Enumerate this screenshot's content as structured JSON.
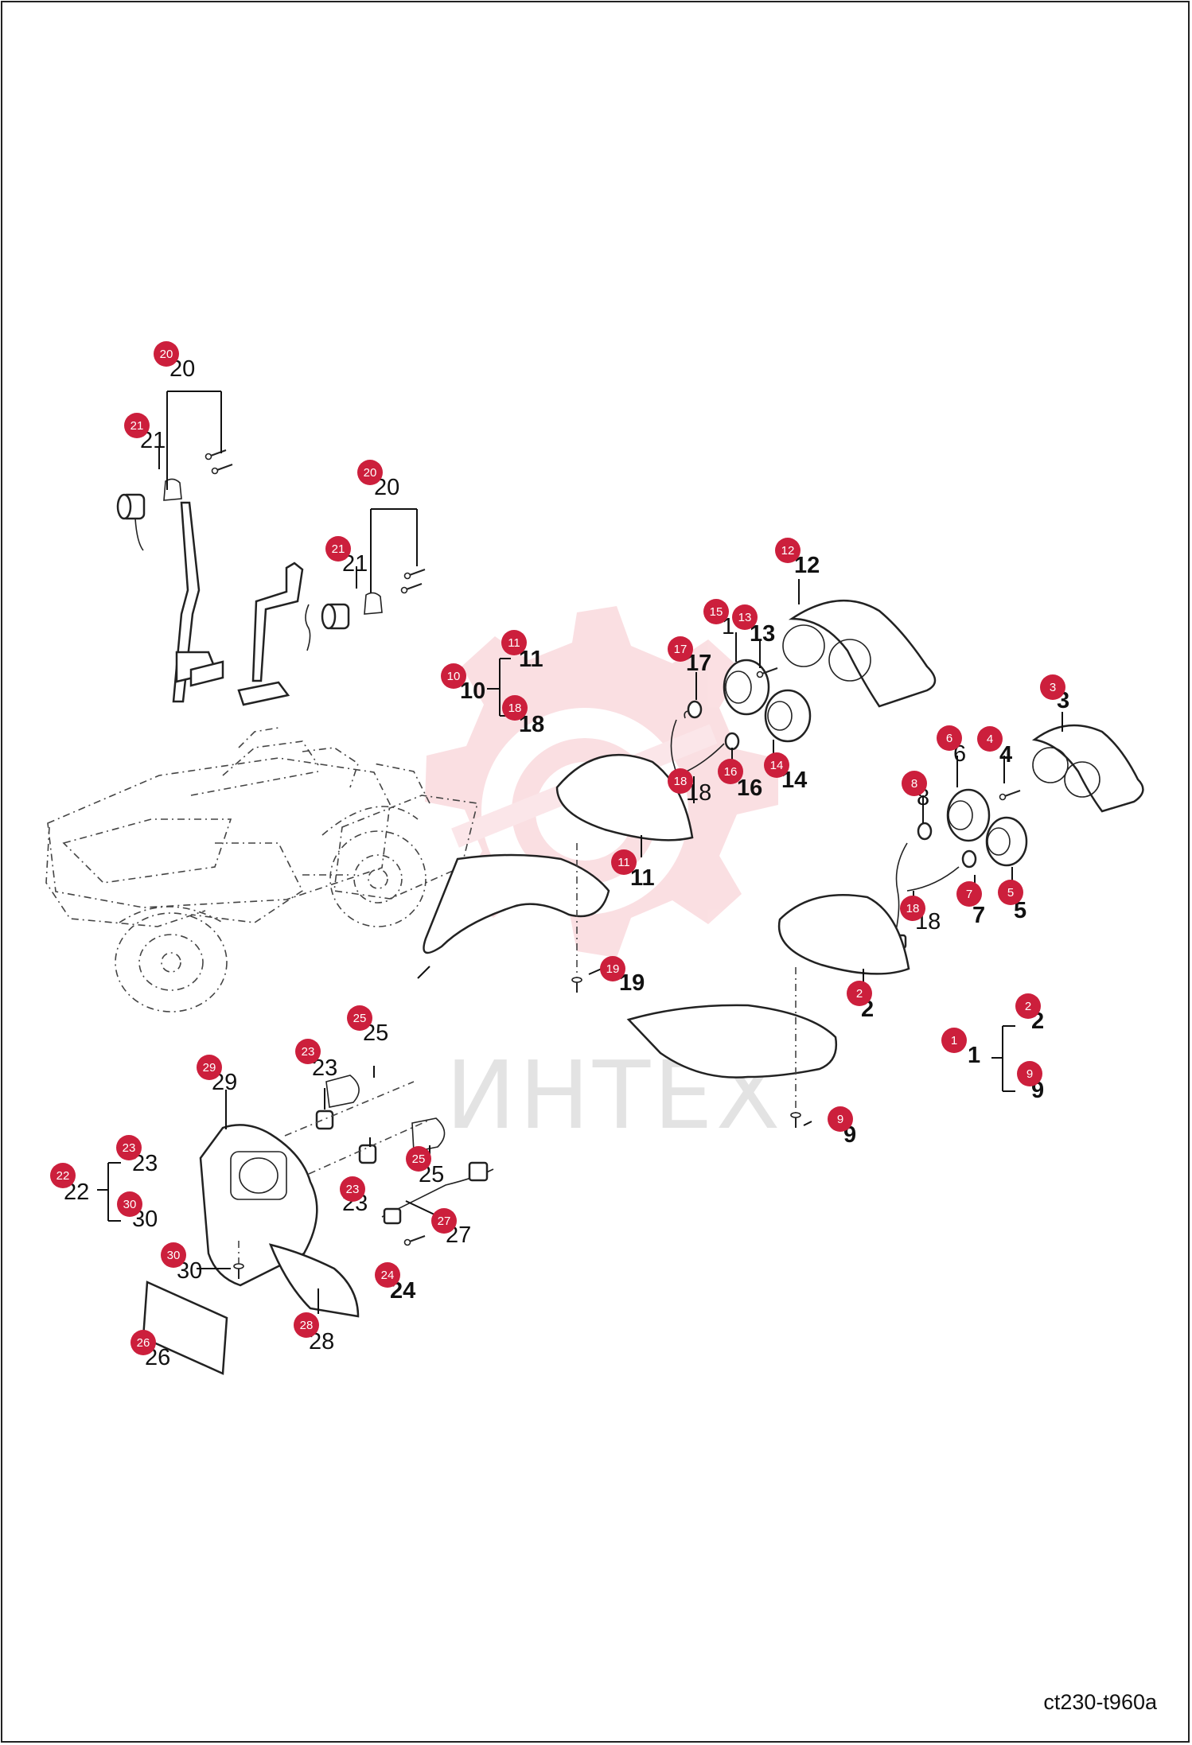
{
  "diagram": {
    "reference_code": "ct230-t960a",
    "watermark": "ИНТЕХ",
    "accent_color": "#cc1f3c",
    "callouts": [
      {
        "id": "c20a",
        "number": "20"
      },
      {
        "id": "c21a",
        "number": "21"
      },
      {
        "id": "c20b",
        "number": "20"
      },
      {
        "id": "c21b",
        "number": "21"
      },
      {
        "id": "c12",
        "number": "12"
      },
      {
        "id": "c15",
        "number": "15"
      },
      {
        "id": "c13",
        "number": "13"
      },
      {
        "id": "c17",
        "number": "17"
      },
      {
        "id": "c11a",
        "number": "11"
      },
      {
        "id": "c10",
        "number": "10"
      },
      {
        "id": "c18a",
        "number": "18"
      },
      {
        "id": "c18b",
        "number": "18"
      },
      {
        "id": "c16",
        "number": "16"
      },
      {
        "id": "c14",
        "number": "14"
      },
      {
        "id": "c11b",
        "number": "11"
      },
      {
        "id": "c19",
        "number": "19"
      },
      {
        "id": "c3",
        "number": "3"
      },
      {
        "id": "c6",
        "number": "6"
      },
      {
        "id": "c4",
        "number": "4"
      },
      {
        "id": "c8",
        "number": "8"
      },
      {
        "id": "c18c",
        "number": "18"
      },
      {
        "id": "c7",
        "number": "7"
      },
      {
        "id": "c5",
        "number": "5"
      },
      {
        "id": "c2a",
        "number": "2"
      },
      {
        "id": "c2b",
        "number": "2"
      },
      {
        "id": "c1",
        "number": "1"
      },
      {
        "id": "c9a",
        "number": "9"
      },
      {
        "id": "c9b",
        "number": "9"
      },
      {
        "id": "c25a",
        "number": "25"
      },
      {
        "id": "c23a",
        "number": "23"
      },
      {
        "id": "c29",
        "number": "29"
      },
      {
        "id": "c23b",
        "number": "23"
      },
      {
        "id": "c22",
        "number": "22"
      },
      {
        "id": "c30a",
        "number": "30"
      },
      {
        "id": "c23c",
        "number": "23"
      },
      {
        "id": "c25b",
        "number": "25"
      },
      {
        "id": "c27",
        "number": "27"
      },
      {
        "id": "c30b",
        "number": "30"
      },
      {
        "id": "c24",
        "number": "24"
      },
      {
        "id": "c28",
        "number": "28"
      },
      {
        "id": "c26",
        "number": "26"
      }
    ],
    "labels": [
      {
        "id": "l20a",
        "text": "20"
      },
      {
        "id": "l21a",
        "text": "21"
      },
      {
        "id": "l20b",
        "text": "20"
      },
      {
        "id": "l21b",
        "text": "21"
      },
      {
        "id": "l12",
        "text": "12"
      },
      {
        "id": "l15",
        "text": "1"
      },
      {
        "id": "l13",
        "text": "13"
      },
      {
        "id": "l17",
        "text": "17"
      },
      {
        "id": "l11a",
        "text": "11"
      },
      {
        "id": "l10",
        "text": "10"
      },
      {
        "id": "l18a",
        "text": "18"
      },
      {
        "id": "l18b",
        "text": "18"
      },
      {
        "id": "l16",
        "text": "16"
      },
      {
        "id": "l14",
        "text": "14"
      },
      {
        "id": "l11b",
        "text": "11"
      },
      {
        "id": "l19",
        "text": "19"
      },
      {
        "id": "l3",
        "text": "3"
      },
      {
        "id": "l6",
        "text": "6"
      },
      {
        "id": "l4",
        "text": "4"
      },
      {
        "id": "l8",
        "text": "8"
      },
      {
        "id": "l18c",
        "text": "18"
      },
      {
        "id": "l7",
        "text": "7"
      },
      {
        "id": "l5",
        "text": "5"
      },
      {
        "id": "l2a",
        "text": "2"
      },
      {
        "id": "l2b",
        "text": "2"
      },
      {
        "id": "l1",
        "text": "1"
      },
      {
        "id": "l9a",
        "text": "9"
      },
      {
        "id": "l9b",
        "text": "9"
      },
      {
        "id": "l25a",
        "text": "25"
      },
      {
        "id": "l23a",
        "text": "23"
      },
      {
        "id": "l29",
        "text": "29"
      },
      {
        "id": "l23b",
        "text": "23"
      },
      {
        "id": "l22",
        "text": "22"
      },
      {
        "id": "l30a",
        "text": "30"
      },
      {
        "id": "l25b",
        "text": "25"
      },
      {
        "id": "l23c",
        "text": "23"
      },
      {
        "id": "l27",
        "text": "27"
      },
      {
        "id": "l30b",
        "text": "30"
      },
      {
        "id": "l24",
        "text": "24"
      },
      {
        "id": "l28",
        "text": "28"
      },
      {
        "id": "l26",
        "text": "26"
      }
    ]
  }
}
